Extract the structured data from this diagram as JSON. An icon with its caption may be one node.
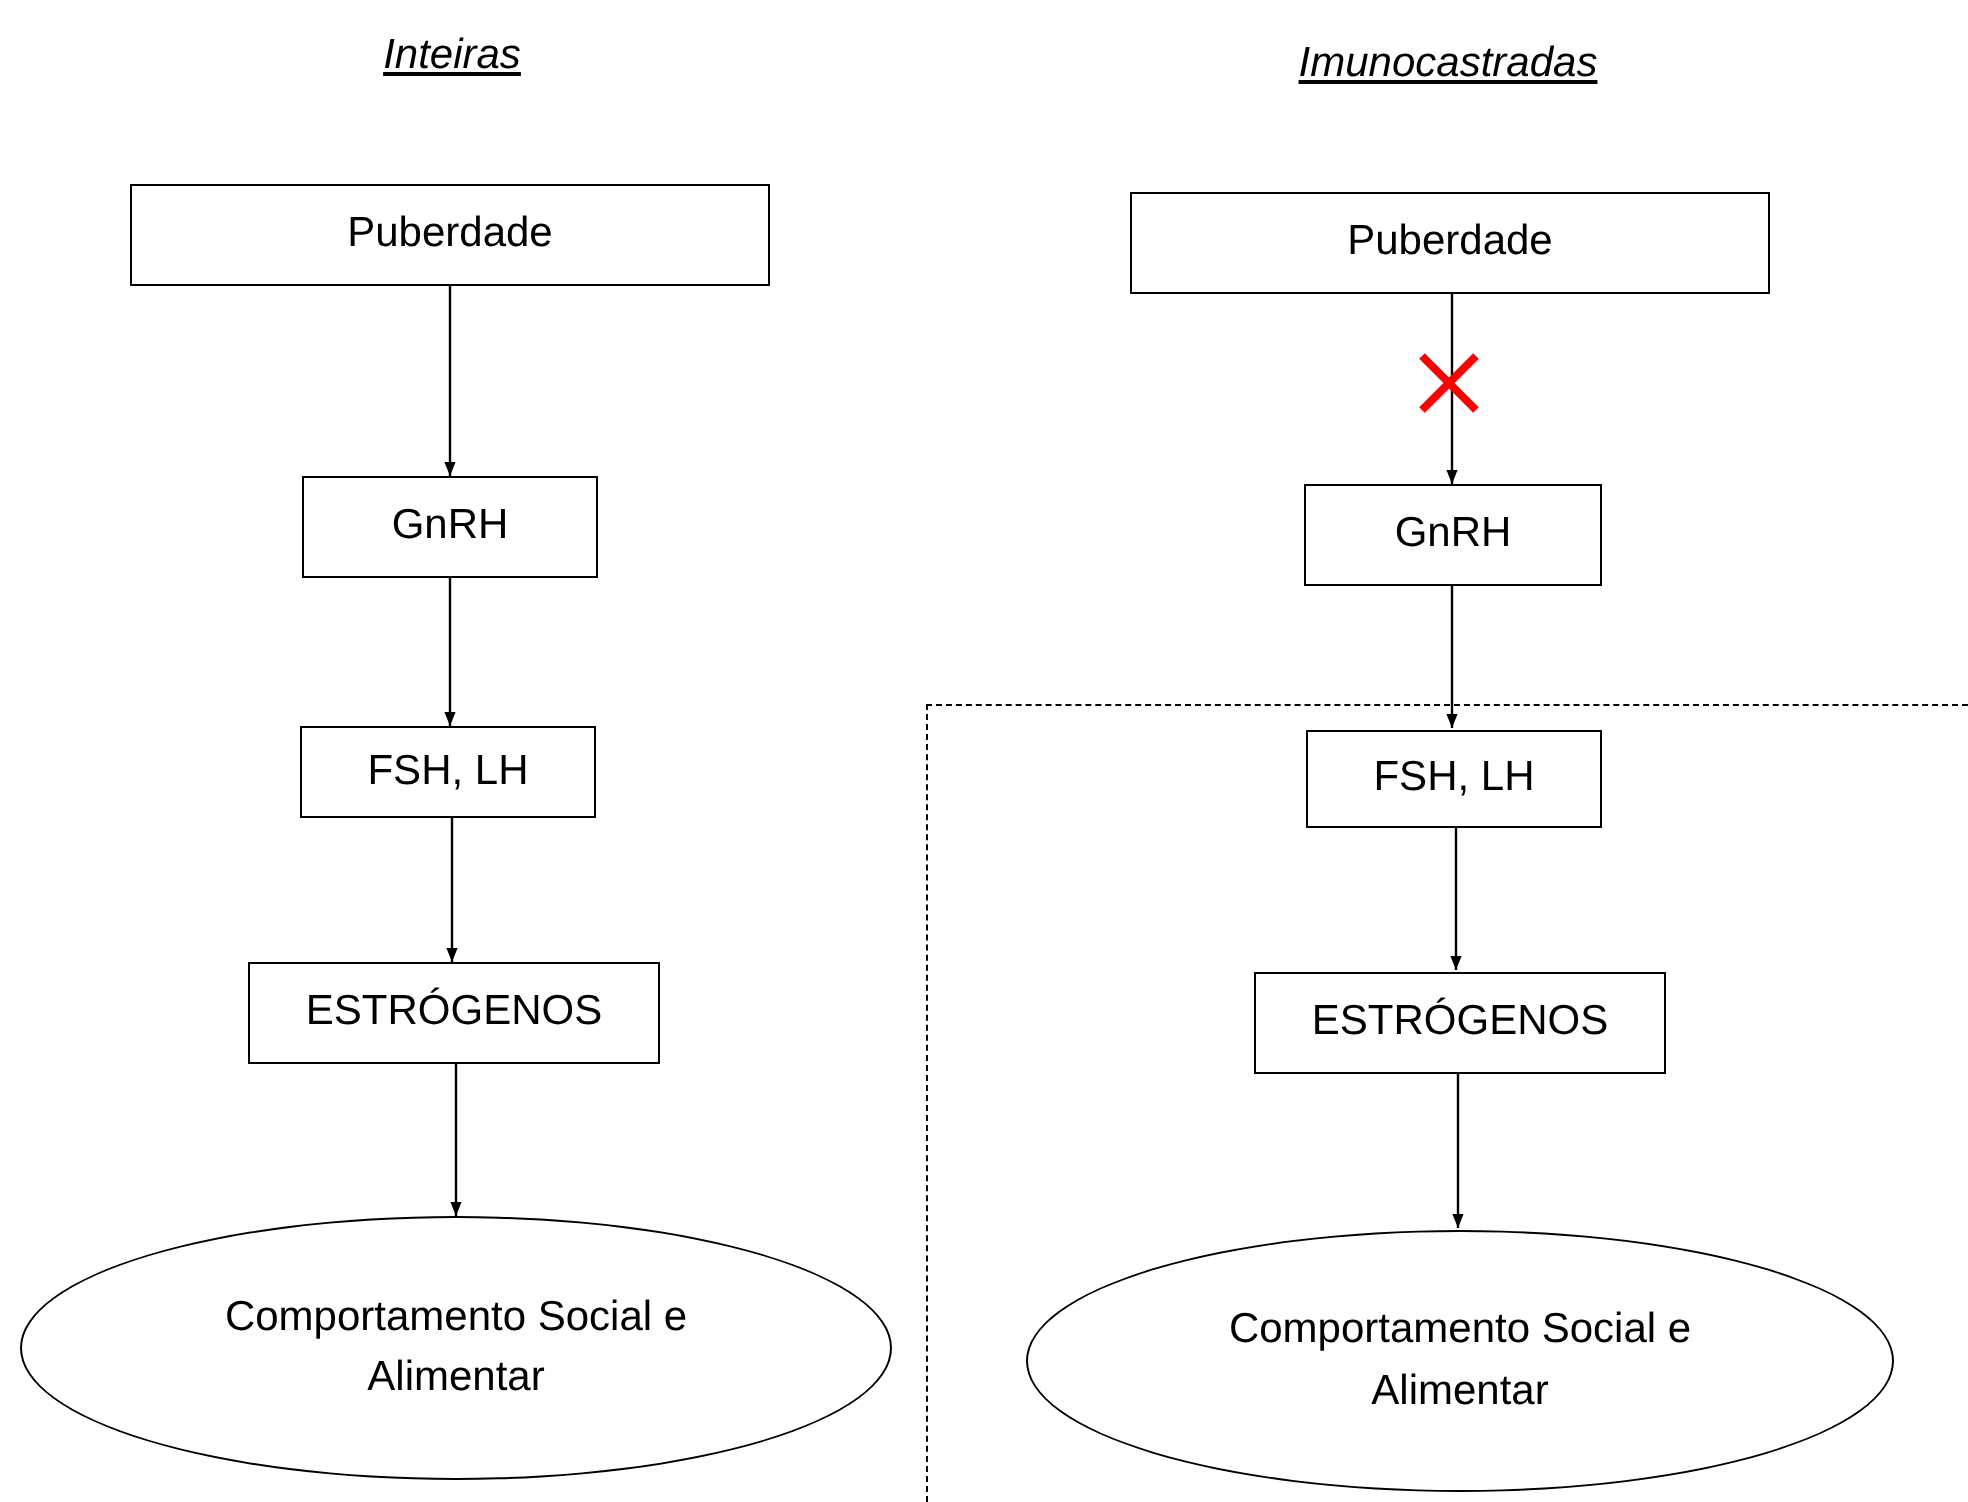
{
  "diagram": {
    "nodes": [
      {
        "text": [
          "Puberdade"
        ]
      },
      {
        "text": [
          "GnRH"
        ]
      },
      {
        "text": [
          "FSH, LH"
        ]
      },
      {
        "text": [
          "ESTRÓGENOS"
        ]
      },
      {
        "text": [
          "Comportamento Social e Alimentar"
        ]
      },
      {
        "text": [
          "Puberdade"
        ]
      },
      {
        "text": [
          "GnRH"
        ]
      },
      {
        "text": [],
        "shape": "box"
      },
      {
        "text": [
          "FSH, LH"
        ],
        "in": 7
      },
      {
        "text": [
          "ESTRÓGENOS"
        ],
        "in": 7
      },
      {
        "text": [
          "Comportamento Social e Alimentar"
        ],
        "in": 7
      }
    ],
    "edges": [
      {
        "from": 0,
        "to": 1,
        "arrow": "to"
      },
      {
        "from": 1,
        "to": 2,
        "arrow": "to"
      },
      {
        "from": 2,
        "to": 3,
        "arrow": "to"
      },
      {
        "from": 3,
        "to": 4,
        "arrow": "to"
      },
      {
        "from": 5,
        "to": 6,
        "arrow": "to"
      },
      {
        "from": 6,
        "to": 8,
        "arrow": "to"
      },
      {
        "from": 8,
        "to": 9,
        "arrow": "to"
      },
      {
        "from": 9,
        "to": 10,
        "arrow": "to"
      }
    ],
    "labels": [
      "Inteiras",
      "Imunocastradas"
    ]
  }
}
